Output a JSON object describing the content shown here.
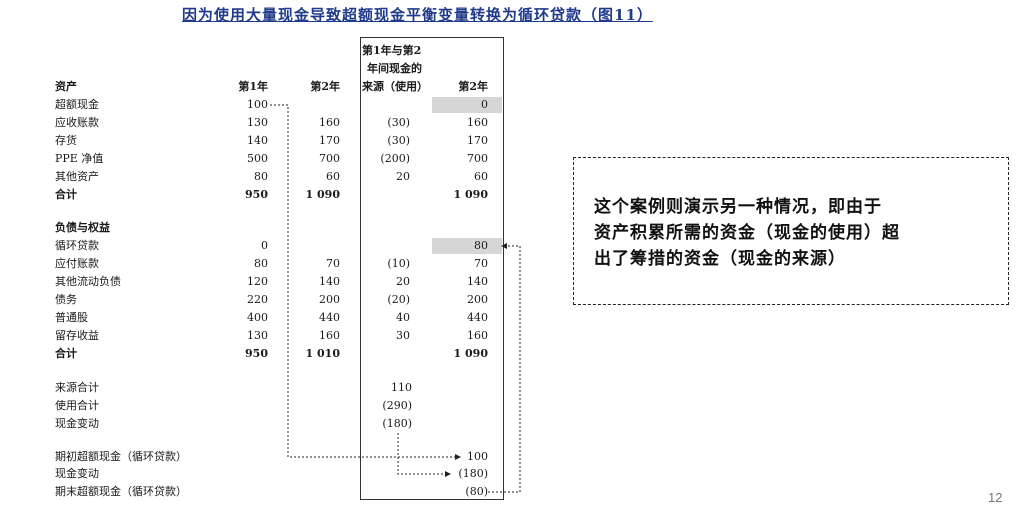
{
  "title": "因为使用大量现金导致超额现金平衡变量转换为循环贷款（图11）",
  "headers": {
    "section_assets": "资产",
    "year1": "第1年",
    "year2": "第2年",
    "flow_line1": "第1年与第2",
    "flow_line2": "年间现金的",
    "flow_line3": "来源（使用）",
    "year2_new": "第2年"
  },
  "asset_rows": [
    {
      "label": "超额现金",
      "y1": "100",
      "y2": "",
      "flow": "",
      "y2n": "0"
    },
    {
      "label": "应收账款",
      "y1": "130",
      "y2": "160",
      "flow": "(30)",
      "y2n": "160"
    },
    {
      "label": "存货",
      "y1": "140",
      "y2": "170",
      "flow": "(30)",
      "y2n": "170"
    },
    {
      "label": "PPE 净值",
      "y1": "500",
      "y2": "700",
      "flow": "(200)",
      "y2n": "700"
    },
    {
      "label": "其他资产",
      "y1": "80",
      "y2": "60",
      "flow": "20",
      "y2n": "60"
    },
    {
      "label": "合计",
      "y1": "950",
      "y2": "1 090",
      "flow": "",
      "y2n": "1 090"
    }
  ],
  "section_liabilities": "负债与权益",
  "liability_rows": [
    {
      "label": "循环贷款",
      "y1": "0",
      "y2": "",
      "flow": "",
      "y2n": "80"
    },
    {
      "label": "应付账款",
      "y1": "80",
      "y2": "70",
      "flow": "(10)",
      "y2n": "70"
    },
    {
      "label": "其他流动负债",
      "y1": "120",
      "y2": "140",
      "flow": "20",
      "y2n": "140"
    },
    {
      "label": "债务",
      "y1": "220",
      "y2": "200",
      "flow": "(20)",
      "y2n": "200"
    },
    {
      "label": "普通股",
      "y1": "400",
      "y2": "440",
      "flow": "40",
      "y2n": "440"
    },
    {
      "label": "留存收益",
      "y1": "130",
      "y2": "160",
      "flow": "30",
      "y2n": "160"
    },
    {
      "label": "合计",
      "y1": "950",
      "y2": "1 010",
      "flow": "",
      "y2n": "1 090"
    }
  ],
  "summary_rows": [
    {
      "label": "来源合计",
      "flow": "110"
    },
    {
      "label": "使用合计",
      "flow": "(290)"
    },
    {
      "label": "现金变动",
      "flow": "(180)"
    }
  ],
  "cash_rows": [
    {
      "label": "期初超额现金（循环贷款）",
      "value": "100"
    },
    {
      "label": "现金变动",
      "value": "(180)"
    },
    {
      "label": "期末超额现金（循环贷款）",
      "value": "(80)"
    }
  ],
  "note": {
    "line1": "这个案例则演示另一种情况，即由于",
    "line2": "资产积累所需的资金（现金的使用）超",
    "line3": "出了筹措的资金（现金的来源）"
  },
  "page_number": "12"
}
